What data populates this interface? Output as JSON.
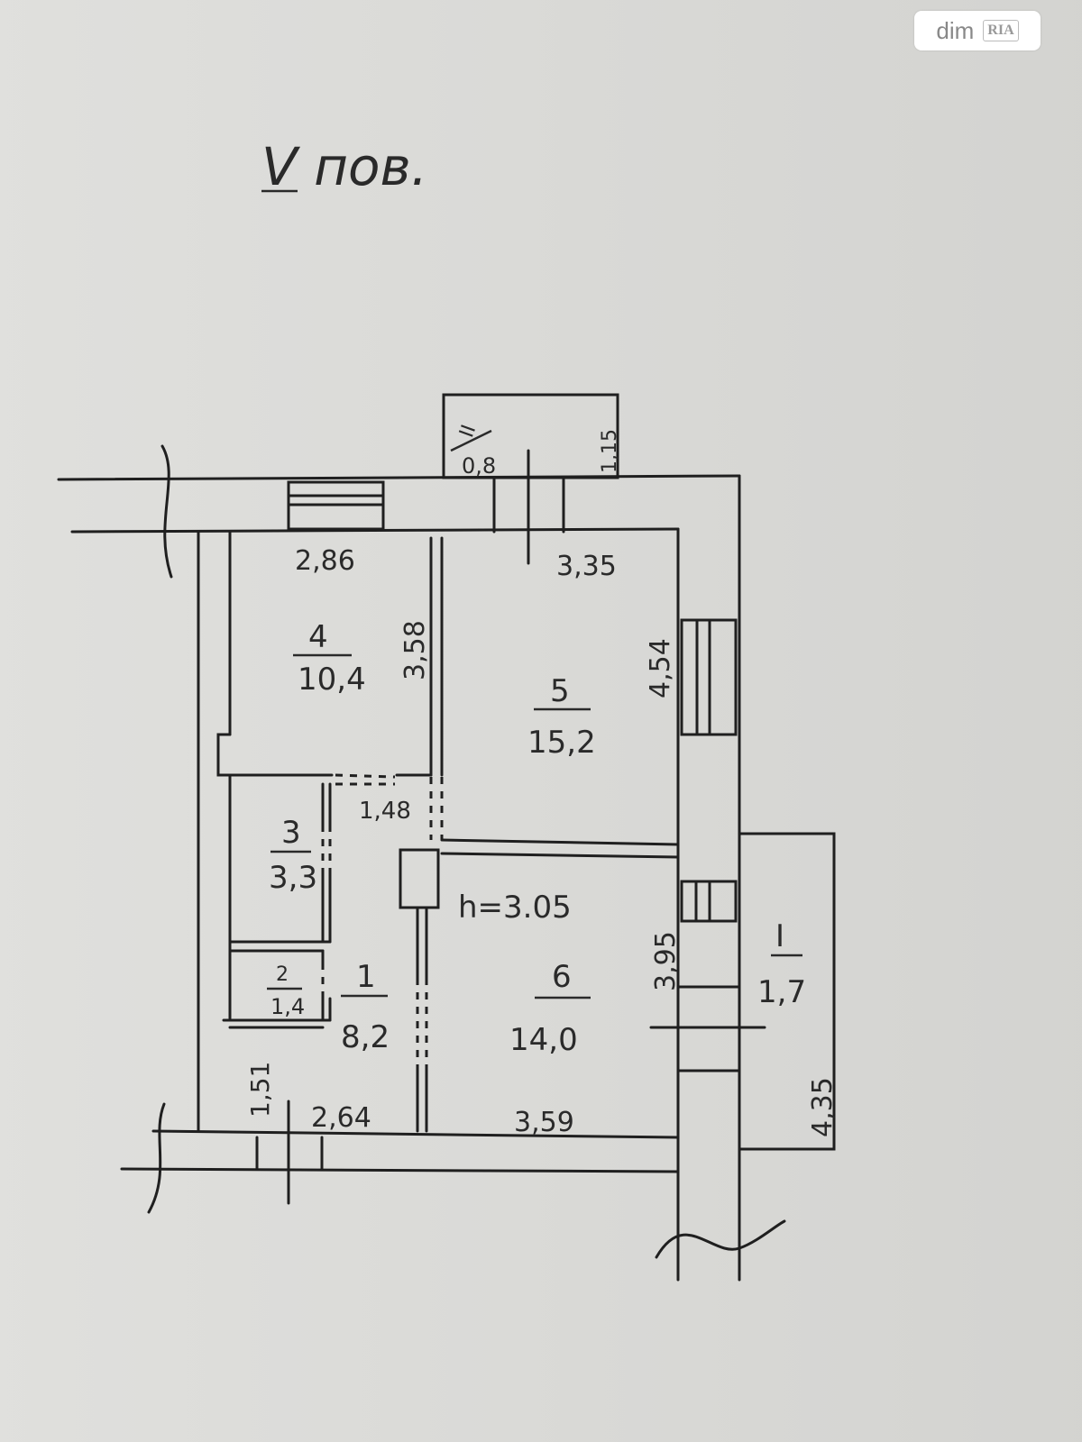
{
  "watermark": {
    "brand": "dim",
    "badge": "RIA"
  },
  "floor_label": "V пов.",
  "ceiling_height": "h=3.05",
  "rooms": [
    {
      "number": "1",
      "area": "8,2"
    },
    {
      "number": "2",
      "area": "1,4"
    },
    {
      "number": "3",
      "area": "3,3"
    },
    {
      "number": "4",
      "area": "10,4"
    },
    {
      "number": "5",
      "area": "15,2"
    },
    {
      "number": "6",
      "area": "14,0"
    }
  ],
  "balconies": [
    {
      "number": "I",
      "area": "1,7"
    },
    {
      "number": "II",
      "area": "0,8"
    }
  ],
  "dimensions": {
    "room4_width": "2,86",
    "room4_height": "3,58",
    "room5_width": "3,35",
    "room5_height": "4,54",
    "corridor_gap": "1,48",
    "room6_height": "3,95",
    "bottom_left": "2,64",
    "bottom_right": "3,59",
    "entry_width": "1,51",
    "balcony1_length": "4,35",
    "balcony2_depth": "1,15"
  }
}
